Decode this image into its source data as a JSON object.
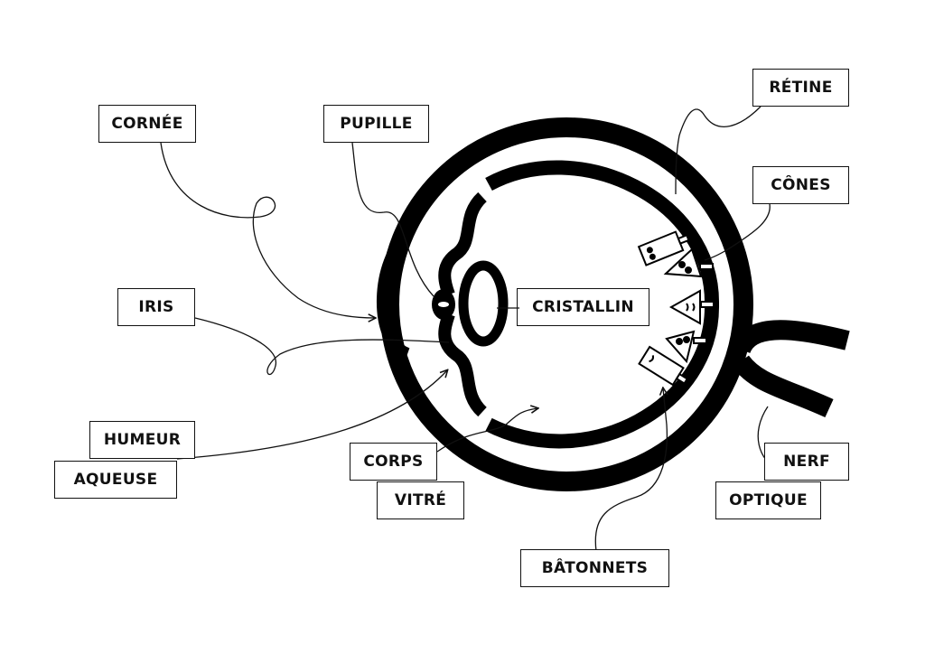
{
  "labels": {
    "cornee": "CORNÉE",
    "pupille": "PUPILLE",
    "retine": "RÉTINE",
    "cones": "CÔNES",
    "iris": "IRIS",
    "cristallin": "CRISTALLIN",
    "humeur": "HUMEUR",
    "aqueuse": "AQUEUSE",
    "corps": "CORPS",
    "vitre": "VITRÉ",
    "nerf": "NERF",
    "optique": "OPTIQUE",
    "batonnets": "BÂTONNETS"
  }
}
